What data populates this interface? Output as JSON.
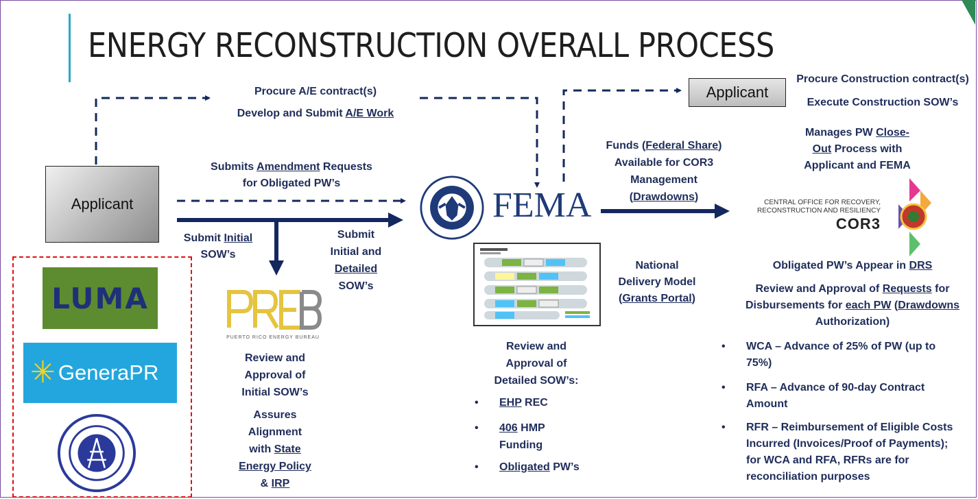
{
  "title": "ENERGY RECONSTRUCTION OVERALL PROCESS",
  "applicant_main": "Applicant",
  "applicant_small": "Applicant",
  "top_path": {
    "line1": "Procure A/E contract(s)",
    "line2_pre": "Develop and Submit ",
    "line2_u": "A/E Work"
  },
  "amendment": {
    "pre": "Submits ",
    "u": "Amendment",
    "post": " Requests",
    "line2": "for Obligated PW’s"
  },
  "submit_initial": {
    "pre": "Submit ",
    "u": "Initial",
    "line2": "SOW’s"
  },
  "submit_detailed": {
    "l1": "Submit",
    "l2": "Initial and",
    "l3": "Detailed",
    "l4": "SOW’s"
  },
  "logos": {
    "luma": "LUMA",
    "genera": "GeneraPR",
    "preb_caption": "PUERTO RICO ENERGY BUREAU",
    "fema": "FEMA",
    "cor3_small1": "CENTRAL OFFICE FOR RECOVERY,",
    "cor3_small2": "RECONSTRUCTION AND RESILIENCY",
    "cor3_big": "COR3"
  },
  "preb_review": {
    "l1": "Review and",
    "l2": "Approval of",
    "l3": "Initial SOW’s",
    "l4": "Assures",
    "l5": "Alignment",
    "l6_pre": "with ",
    "l6_u": "State",
    "l7_u": "Energy Policy",
    "l8_pre": "& ",
    "l8_u": "IRP"
  },
  "ndm": {
    "l1": "National",
    "l2": "Delivery Model",
    "l3_pre": "(",
    "l3_u": "Grants Portal",
    "l3_post": ")"
  },
  "fema_review": {
    "l1": "Review and",
    "l2": "Approval of",
    "l3": "Detailed SOW’s:",
    "b1_u": "EHP",
    "b1_post": " REC",
    "b2_u": "406",
    "b2_post": " HMP",
    "b2_l2": "Funding",
    "b3_u": "Obligated",
    "b3_post": " PW’s"
  },
  "funds": {
    "l1_pre": "Funds (",
    "l1_u": "Federal Share",
    "l1_post": ")",
    "l2": "Available for COR3",
    "l3": "Management",
    "l4_pre": "(",
    "l4_u": "Drawdowns",
    "l4_post": ")"
  },
  "applicant_right": {
    "l1": "Procure Construction contract(s)",
    "l2": "Execute Construction SOW’s"
  },
  "closeout": {
    "l1_pre": "Manages PW ",
    "l1_u": "Close-",
    "l2_u": "Out",
    "l2_post": " Process with",
    "l3": "Applicant and FEMA"
  },
  "cor3_review": {
    "l1_pre": "Obligated PW’s Appear in ",
    "l1_u": "DRS",
    "l2_pre": "Review and Approval of ",
    "l2_u": "Requests",
    "l2_post": " for",
    "l3_pre": "Disbursements for ",
    "l3_u1": "each PW",
    "l3_mid": " (",
    "l3_u2": "Drawdowns",
    "l4": "Authorization)"
  },
  "bullets": [
    {
      "l1": "WCA – Advance of 25% of PW (up to",
      "l2": "75%)"
    },
    {
      "l1": "RFA – Advance of 90-day Contract",
      "l2": "Amount"
    },
    {
      "l1": "RFR – Reimbursement of Eligible Costs",
      "l2": "Incurred (Invoices/Proof of Payments);",
      "l3": "for WCA and RFA, RFRs are for",
      "l4": "reconciliation purposes"
    }
  ],
  "bullet_symbol": "•",
  "colors": {
    "navy": "#1f2d5a",
    "arrow": "#13285e",
    "accent_line": "#2aa7c9",
    "red_dash": "#dd1111"
  }
}
